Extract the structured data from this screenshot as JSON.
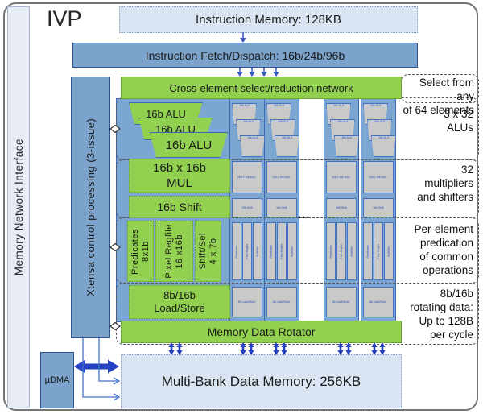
{
  "title": "IVP",
  "left_bar": {
    "label": "Memory Network Interface"
  },
  "top": {
    "instruction_memory": "Instruction Memory: 128KB",
    "fetch_dispatch": "Instruction Fetch/Dispatch: 16b/24b/96b"
  },
  "xtensa": {
    "label": "Xtensa control processing (3-issue)"
  },
  "network": {
    "cross_select": "Cross-element select/reduction network",
    "rotator": "Memory Data Rotator"
  },
  "main_column": {
    "alu": "16b ALU",
    "mul_lines": [
      "16b x 16b",
      "MUL"
    ],
    "shift": "16b Shift",
    "regfiles": [
      {
        "lines": [
          "Predicates",
          "8x1b"
        ]
      },
      {
        "lines": [
          "Pixel Regfile",
          "16 x16b"
        ]
      },
      {
        "lines": [
          "Shift/Sel",
          "4 x 7b"
        ]
      }
    ],
    "loadstore_lines": [
      "8b/16b",
      "Load/Store"
    ]
  },
  "lanes": {
    "mini_alu": "16b ALU",
    "mini_mul": "16b x 16b MUL",
    "mini_shift": "16b Shift",
    "mini_regs": [
      "Predicates",
      "Pixel Regfile",
      "Shift/Sel"
    ],
    "mini_loadstore": "8b Load/Store",
    "ellipsis": "..."
  },
  "right_labels": [
    {
      "lines": [
        "Select from any",
        "of 64 elements"
      ]
    },
    {
      "lines": [
        "3 x 32",
        "ALUs"
      ]
    },
    {
      "lines": [
        "32",
        "multipliers",
        "and shifters"
      ]
    },
    {
      "lines": [
        "Per-element",
        "predication",
        "of common",
        "operations"
      ]
    },
    {
      "lines": [
        "8b/16b",
        "rotating data:",
        "Up to 128B",
        "per cycle"
      ]
    }
  ],
  "memory": {
    "multibank": "Multi-Bank Data Memory: 256KB",
    "udma": "µDMA"
  },
  "colors": {
    "green": "#92d050",
    "medium_blue": "#7ba3cc",
    "light_blue": "#dbe4f2",
    "arrow_blue": "#2440c4",
    "line_blue": "#4472c4"
  }
}
